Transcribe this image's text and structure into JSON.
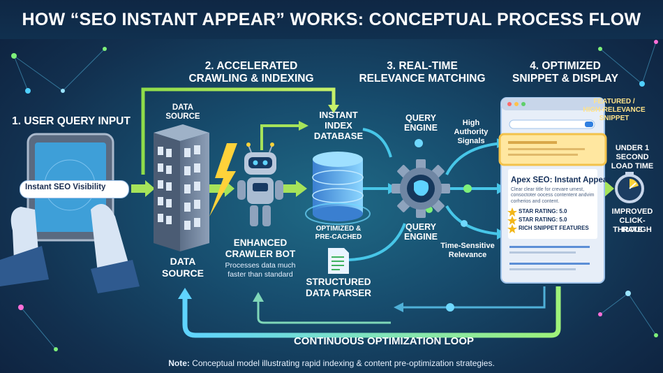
{
  "header": {
    "title": "HOW “SEO INSTANT APPEAR” WORKS: CONCEPTUAL PROCESS FLOW"
  },
  "steps": {
    "step1": "1. USER QUERY INPUT",
    "step2_line1": "2. ACCELERATED",
    "step2_line2": "CRAWLING & INDEXING",
    "step3_line1": "3. REAL-TIME",
    "step3_line2": "RELEVANCE MATCHING",
    "step4_line1": "4. OPTIMIZED",
    "step4_line2": "SNIPPET & DISPLAY"
  },
  "query": {
    "search_text": "Instant SEO Visibility"
  },
  "data_source": {
    "top_line1": "DATA",
    "top_line2": "SOURCE",
    "bottom_line1": "DATA",
    "bottom_line2": "SOURCE"
  },
  "crawler": {
    "label_line1": "ENHANCED",
    "label_line2": "CRAWLER BOT",
    "desc_line1": "Processes data much",
    "desc_line2": "faster than standard"
  },
  "index_db": {
    "line1": "INSTANT",
    "line2": "INDEX",
    "line3": "DATABASE",
    "cache_line1": "OPTIMIZED &",
    "cache_line2": "PRE-CACHED"
  },
  "parser": {
    "line1": "STRUCTURED",
    "line2": "DATA PARSER"
  },
  "query_engine": {
    "top_line1": "QUERY",
    "top_line2": "ENGINE",
    "bottom_line1": "QUERY",
    "bottom_line2": "ENGINE"
  },
  "signals": {
    "high_line1": "High",
    "high_line2": "Authority",
    "high_line3": "Signals",
    "time_line1": "Time-Sensitive",
    "time_line2": "Relevance"
  },
  "serp": {
    "featured_line1": "FEATURED /",
    "featured_line2": "HIGH-RELEVANCE",
    "featured_line3": "SNIPPET",
    "result_title": "Apex SEO: Instant Appear",
    "result_desc": "Clear clear title for crevare umest, consoctoter oocess contentent andvim corherios and content.",
    "rating1": "STAR RATING: 5.0",
    "rating2": "STAR RATING: 5.0",
    "rich": "RICH SNIPPET FEATURES"
  },
  "results": {
    "load_line1": "UNDER 1",
    "load_line2": "SECOND",
    "load_line3": "LOAD TIME",
    "ctr_line1": "IMPROVED",
    "ctr_line2": "CLICK-THROUGH",
    "ctr_line3": "RATE"
  },
  "loop": {
    "label": "CONTINUOUS OPTIMIZATION LOOP"
  },
  "footer": {
    "note_bold": "Note:",
    "note_text": " Conceptual model illustrating rapid indexing & content pre-optimization strategies."
  }
}
